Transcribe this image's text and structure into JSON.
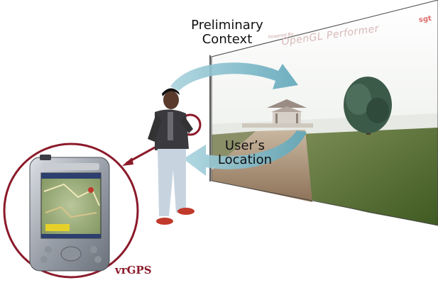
{
  "labels": {
    "preliminary_context": "Preliminary\nContext",
    "users_location": "User’s\nLocation",
    "vrgps": "vrGPS"
  },
  "screen_branding": {
    "powered_by": "Powered By",
    "performer": "OpenGL Performer",
    "sgt": "sgt"
  },
  "colors": {
    "cycle_arrow": "#6fb3c4",
    "link_circle": "#8b1a2a"
  }
}
